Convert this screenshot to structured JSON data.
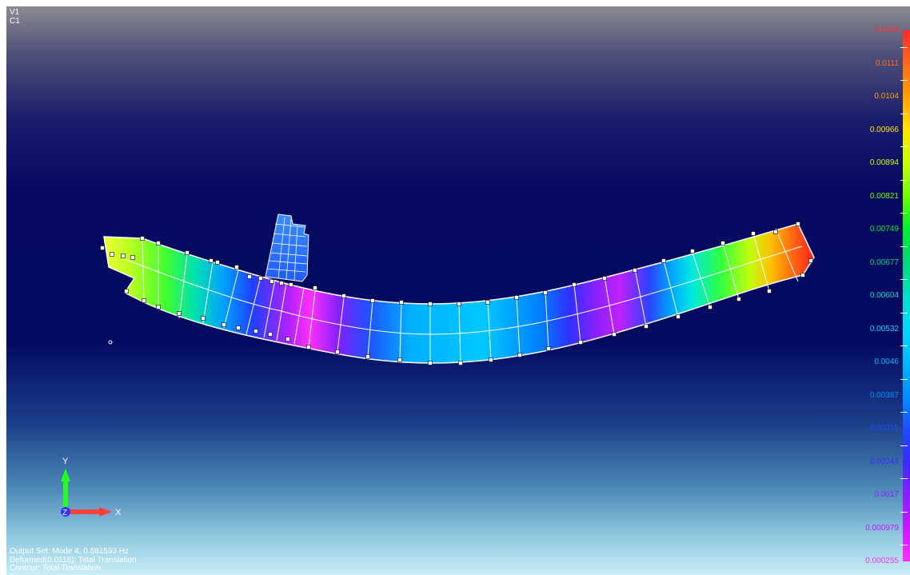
{
  "viewport": {
    "view_label": "V1",
    "contour_label": "C1"
  },
  "legend": {
    "values": [
      "0.0118",
      "0.0111",
      "0.0104",
      "0.00966",
      "0.00894",
      "0.00821",
      "0.00749",
      "0.00677",
      "0.00604",
      "0.00532",
      "0.0046",
      "0.00387",
      "0.00315",
      "0.00243",
      "0.0017",
      "0.000979",
      "0.000255"
    ],
    "colors": [
      "#ff2a2a",
      "#ff6a1a",
      "#ffa000",
      "#ffe600",
      "#c8ff00",
      "#6dff00",
      "#00ee30",
      "#00d87a",
      "#00e0c8",
      "#00d8ff",
      "#00b8ff",
      "#0090ff",
      "#1f4cff",
      "#3a2bff",
      "#8a20ff",
      "#c818ff",
      "#ff30ff"
    ]
  },
  "triad": {
    "x_label": "X",
    "y_label": "Y",
    "z_label": "Z"
  },
  "info": {
    "output_set": "Output Set: Mode 4, 0.681593 Hz",
    "deformed": "Deformed(0.0118): Total Translation",
    "contour": "Contour: Total Translation"
  }
}
